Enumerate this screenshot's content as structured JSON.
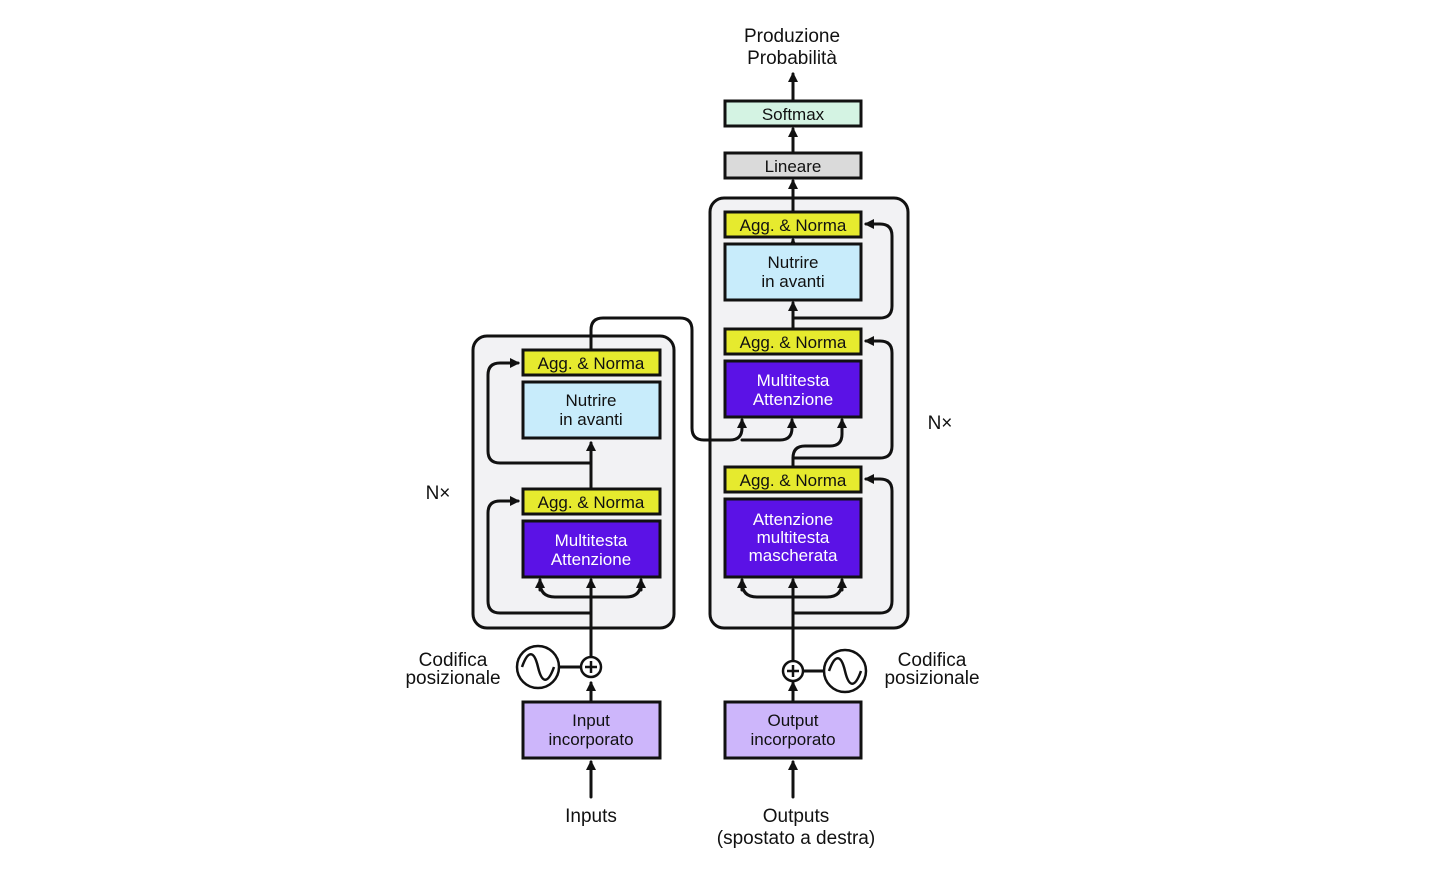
{
  "colors": {
    "norm": "#e6ea2e",
    "ff": "#c8ecfb",
    "attn": "#5b12e6",
    "embed": "#cdb6fb",
    "linear": "#dadada",
    "softmax": "#d4f3e3",
    "frame": "#f2f2f4"
  },
  "top_label": {
    "line1": "Produzione",
    "line2": "Probabilità"
  },
  "softmax": "Softmax",
  "linear": "Lineare",
  "encoder": {
    "repeat": "N×",
    "add_norm_top": "Agg. & Norma",
    "feed_forward": {
      "line1": "Nutrire",
      "line2": "in avanti"
    },
    "add_norm_bottom": "Agg. & Norma",
    "attention": {
      "line1": "Multitesta",
      "line2": "Attenzione"
    },
    "positional": {
      "line1": "Codifica",
      "line2": "posizionale"
    },
    "embedding": {
      "line1": "Input",
      "line2": "incorporato"
    },
    "input_label": "Inputs"
  },
  "decoder": {
    "repeat": "N×",
    "add_norm_top": "Agg. & Norma",
    "feed_forward": {
      "line1": "Nutrire",
      "line2": "in avanti"
    },
    "add_norm_mid": "Agg. & Norma",
    "cross_attention": {
      "line1": "Multitesta",
      "line2": "Attenzione"
    },
    "add_norm_bottom": "Agg. & Norma",
    "masked_attention": {
      "line1": "Attenzione",
      "line2": "multitesta",
      "line3": "mascherata"
    },
    "positional": {
      "line1": "Codifica",
      "line2": "posizionale"
    },
    "embedding": {
      "line1": "Output",
      "line2": "incorporato"
    },
    "output_label": {
      "line1": "Outputs",
      "line2": "(spostato a destra)"
    }
  },
  "icons": {
    "plus": "plus-circle-icon",
    "sine": "sine-wave-icon"
  }
}
